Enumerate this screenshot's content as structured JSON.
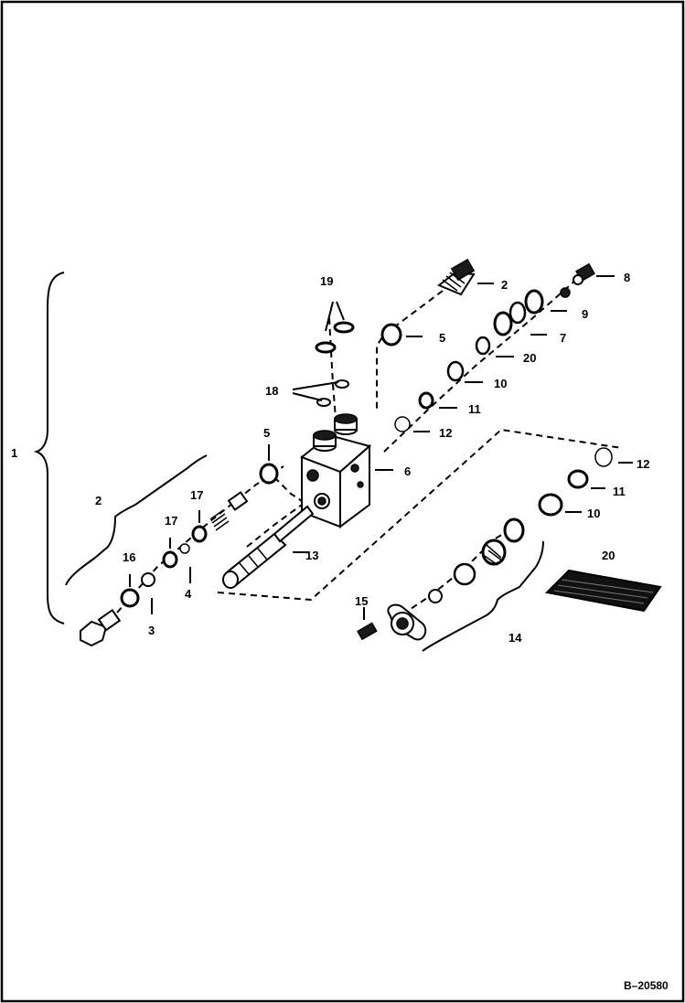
{
  "figure_number": "B–20580",
  "callouts": {
    "c1": "1",
    "c2_top": "2",
    "c2_left": "2",
    "c3": "3",
    "c4": "4",
    "c5_top": "5",
    "c5_left": "5",
    "c6": "6",
    "c7": "7",
    "c8": "8",
    "c9": "9",
    "c10_top": "10",
    "c10_right": "10",
    "c11_top": "11",
    "c11_right": "11",
    "c12_top": "12",
    "c12_right": "12",
    "c13": "13",
    "c14": "14",
    "c15": "15",
    "c16": "16",
    "c17_top": "17",
    "c17_lower": "17",
    "c18": "18",
    "c19": "19",
    "c20_top": "20",
    "c20_right": "20"
  }
}
